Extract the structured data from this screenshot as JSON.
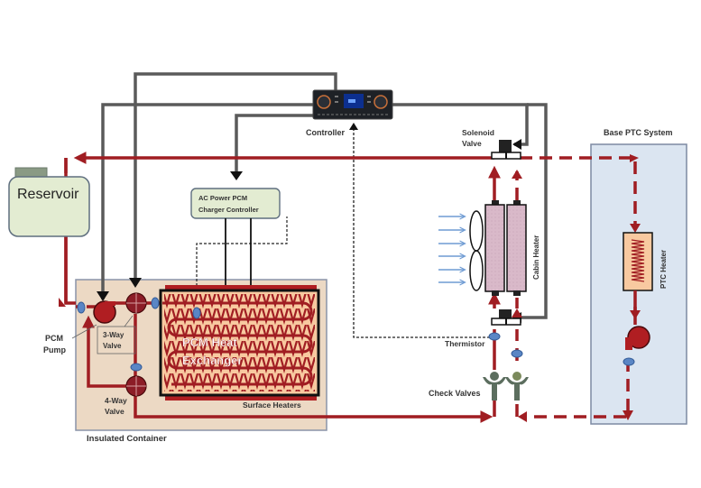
{
  "diagram": {
    "title": "PCM heating system schematic with Base PTC System",
    "colors": {
      "coolant_line": "#a01d22",
      "control_wire": "#555555",
      "signal_wire": "#222222",
      "insulated_container_fill": "#ecd9c4",
      "ptc_box_fill": "#dbe5f1",
      "reservoir_fill": "#e3ecd2",
      "sensor_blue": "#5a86c5",
      "airflow_arrow": "#6f9bd3",
      "check_valve": "#5c6e5f"
    },
    "labels": {
      "reservoir": "Reservoir",
      "controller": "Controller",
      "charger_line1": "AC Power PCM",
      "charger_line2": "Charger Controller",
      "pcm_pump_line1": "PCM",
      "pcm_pump_line2": "Pump",
      "three_way_line1": "3-Way",
      "three_way_line2": "Valve",
      "four_way_line1": "4-Way",
      "four_way_line2": "Valve",
      "hx_line1": "PCM Heat",
      "hx_line2": "Exchanger",
      "surface_heaters": "Surface Heaters",
      "insulated_container": "Insulated Container",
      "solenoid_line1": "Solenoid",
      "solenoid_line2": "Valve",
      "cabin_heater": "Cabin Heater",
      "thermistor": "Thermistor",
      "check_valves": "Check Valves",
      "base_ptc_system": "Base PTC System",
      "ptc_heater": "PTC Heater"
    }
  }
}
